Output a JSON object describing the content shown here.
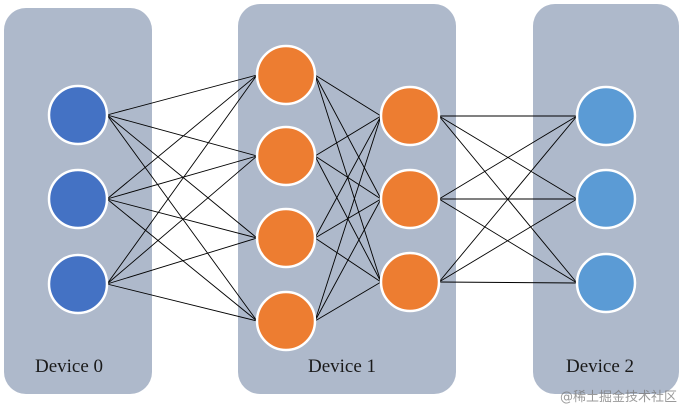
{
  "devices": [
    {
      "label": "Device 0",
      "layer_node_count": 3,
      "node_color": "#4472c4"
    },
    {
      "label": "Device 1",
      "layer_node_counts": [
        4,
        3
      ],
      "node_color": "#ed7d31"
    },
    {
      "label": "Device 2",
      "layer_node_count": 3,
      "node_color": "#5b9bd5"
    }
  ],
  "connections": "fully connected between adjacent layers",
  "colors": {
    "panel": "#aeb9cb",
    "edge": "#000000",
    "node_stroke": "#ffffff"
  },
  "watermark": "@稀土掘金技术社区"
}
